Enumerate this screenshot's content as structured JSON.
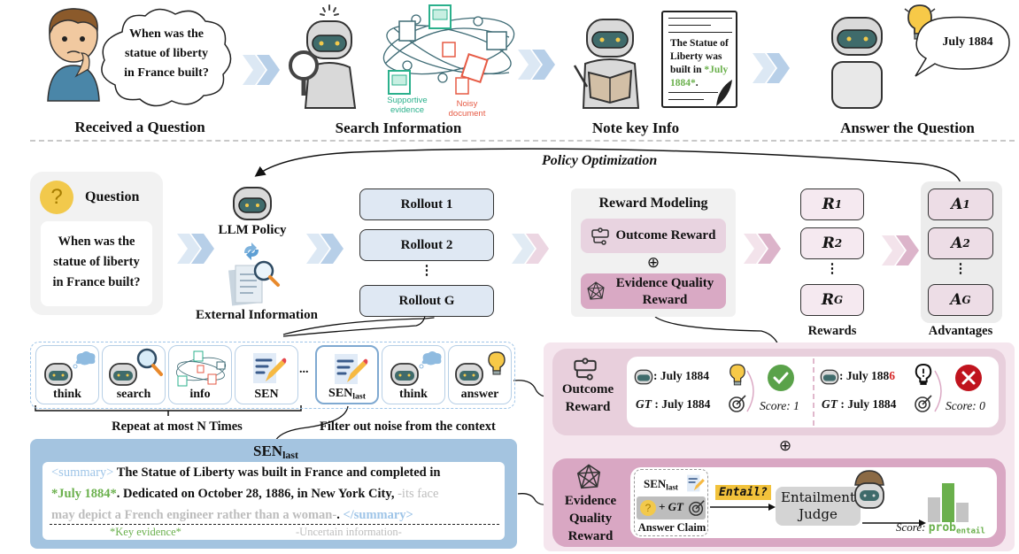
{
  "top_row": {
    "steps": [
      {
        "label": "Received a Question",
        "bubble": [
          "When was the",
          "statue of liberty",
          "in France built?"
        ]
      },
      {
        "label": "Search Information",
        "captions": {
          "supportive": [
            "Supportive",
            "evidence"
          ],
          "noisy": [
            "Noisy",
            "document"
          ]
        }
      },
      {
        "label": "Note key Info",
        "note": {
          "plain": [
            "The Statue of",
            "Liberty was",
            "built in "
          ],
          "highlight_a": "*July",
          "highlight_b": "1884*",
          "tail": "."
        }
      },
      {
        "label": "Answer the Question",
        "bubble": "July 1884"
      }
    ]
  },
  "policy_optimization_label": "Policy Optimization",
  "question_panel": {
    "icon": "?",
    "title": "Question",
    "text": [
      "When was the",
      "statue of liberty",
      "in France built?"
    ]
  },
  "llm_policy": {
    "label": "LLM Policy",
    "external_label": "External Information"
  },
  "rollouts": {
    "items": [
      "Rollout 1",
      "Rollout 2",
      "Rollout G"
    ],
    "ellipsis": "⋮"
  },
  "reward_modeling": {
    "title": "Reward Modeling",
    "outcome": "Outcome Reward",
    "plus": "⊕",
    "evidence": [
      "Evidence Quality",
      "Reward"
    ]
  },
  "rewards": {
    "items": [
      {
        "base": "R",
        "sub": "1"
      },
      {
        "base": "R",
        "sub": "2"
      },
      {
        "base": "R",
        "sub": "G"
      }
    ],
    "ellipsis": "⋮",
    "label": "Rewards"
  },
  "advantages": {
    "items": [
      {
        "base": "A",
        "sub": "1"
      },
      {
        "base": "A",
        "sub": "2"
      },
      {
        "base": "A",
        "sub": "G"
      }
    ],
    "ellipsis": "⋮",
    "label": "Advantages"
  },
  "action_tiles": {
    "items": [
      {
        "label": "think",
        "icon": "robot-thinking-icon"
      },
      {
        "label": "search",
        "icon": "robot-search-icon"
      },
      {
        "label": "info",
        "icon": "document-network-icon"
      },
      {
        "label": "SEN",
        "icon": "note-pencil-icon"
      },
      {
        "label_base": "SEN",
        "label_sub": "last",
        "icon": "note-pencil-icon"
      },
      {
        "label": "think",
        "icon": "robot-thinking-icon"
      },
      {
        "label": "answer",
        "icon": "robot-lightbulb-icon"
      }
    ],
    "ellipsis": "...",
    "repeat_label": "Repeat at most N Times",
    "filter_label": "Filter out noise from the context"
  },
  "sen_last_panel": {
    "title_base": "SEN",
    "title_sub": "last",
    "open_tag": "<summary>",
    "line1": " The Statue of Liberty was built in France and completed in",
    "key_evidence": "*July 1884*",
    "line2": ". Dedicated on October 28, 1886, in New York City, ",
    "uncertain_a": "-its face",
    "uncertain_b": "may depict a French engineer rather than a woman-",
    "line3_tail": ". ",
    "close_tag": "</summary>",
    "legend_key": "*Key evidence*",
    "legend_uncertain": "-Uncertain information-"
  },
  "outcome_reward": {
    "label": [
      "Outcome",
      "Reward"
    ],
    "correct": {
      "pred_prefix": ": July 188",
      "pred_last": "4",
      "gt_label": "GT",
      "gt_value": " : July 1884",
      "score": "Score: 1"
    },
    "wrong": {
      "pred_prefix": ": July 188",
      "pred_last": "6",
      "gt_label": "GT",
      "gt_value": " : July 1884",
      "score": "Score: 0"
    },
    "plus": "⊕"
  },
  "evidence_quality_reward": {
    "label": [
      "Evidence",
      "Quality",
      "Reward"
    ],
    "sen_base": "SEN",
    "sen_sub": "last",
    "claim_q": "?",
    "claim_gt": "+ GT",
    "claim_label": "Answer Claim",
    "entail_tag": "Entail?",
    "judge": [
      "Entailment",
      "Judge"
    ],
    "score_prefix": "Score: ",
    "score_base": "prob",
    "score_sub": "entail"
  },
  "colors": {
    "blue_chevron": "#b7cfe8",
    "pink_chevron": "#d9a7c3",
    "rollout_fill": "#dfe8f3",
    "reward_fill": "#f5e9f0",
    "green": "#6ab04c",
    "red": "#c62828",
    "question_yellow": "#f2c94c"
  }
}
